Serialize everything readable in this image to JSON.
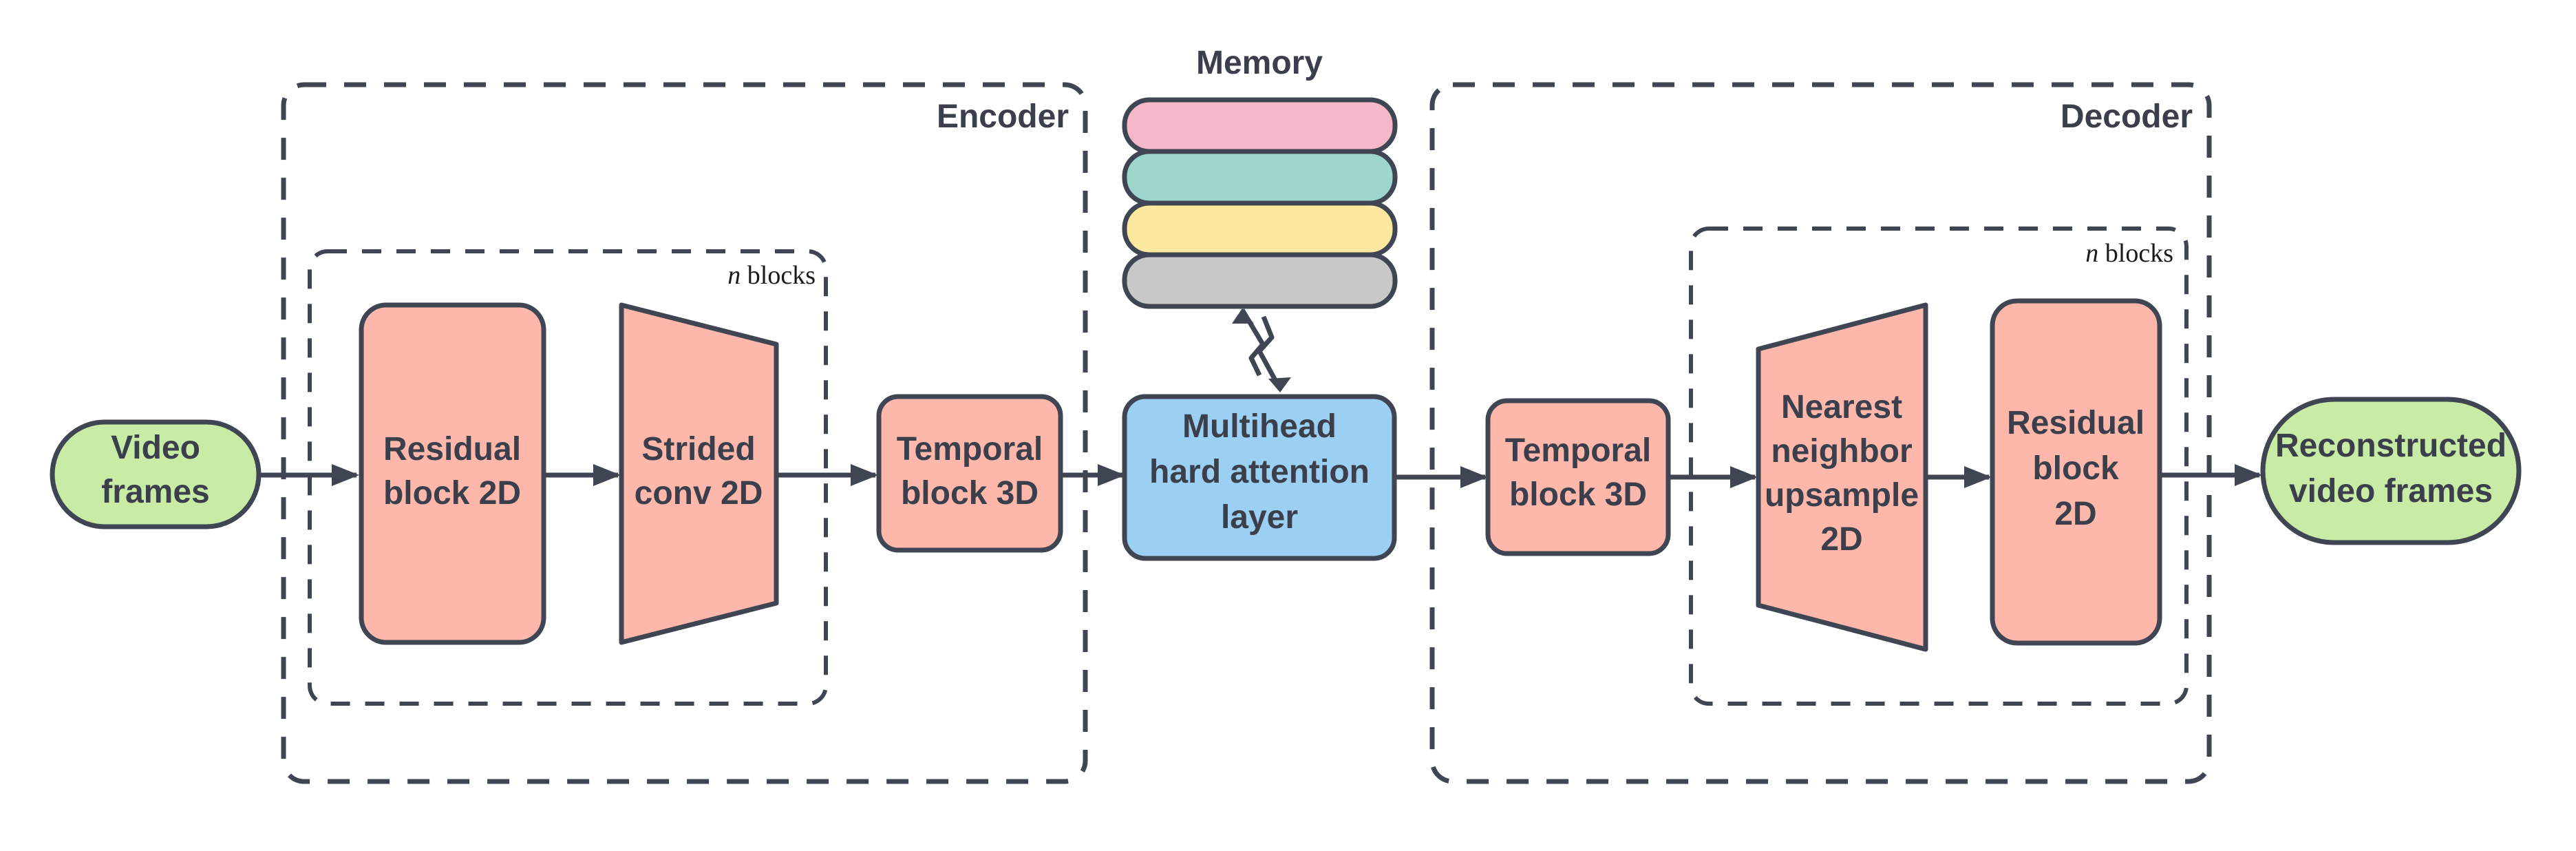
{
  "colors": {
    "block": "#fdb8ab",
    "io": "#c8eba6",
    "attention": "#9bd0f2",
    "stroke": "#3f4552",
    "memory": [
      "#f5b8c9",
      "#9ed6cd",
      "#fde8a0",
      "#c8c8c8"
    ]
  },
  "input": [
    "Video",
    "frames"
  ],
  "output": [
    "Reconstructed",
    "video frames"
  ],
  "encoder": {
    "label": "Encoder",
    "nblocks": {
      "n": "n",
      "text": " blocks"
    },
    "residual": [
      "Residual",
      "block 2D"
    ],
    "strided": [
      "Strided",
      "conv 2D"
    ],
    "temporal": [
      "Temporal",
      "block 3D"
    ]
  },
  "memory": {
    "label": "Memory"
  },
  "attention": [
    "Multihead",
    "hard attention",
    "layer"
  ],
  "decoder": {
    "label": "Decoder",
    "nblocks": {
      "n": "n",
      "text": " blocks"
    },
    "temporal": [
      "Temporal",
      "block 3D"
    ],
    "upsample": [
      "Nearest",
      "neighbor",
      "upsample",
      "2D"
    ],
    "residual": [
      "Residual",
      "block",
      "2D"
    ]
  }
}
